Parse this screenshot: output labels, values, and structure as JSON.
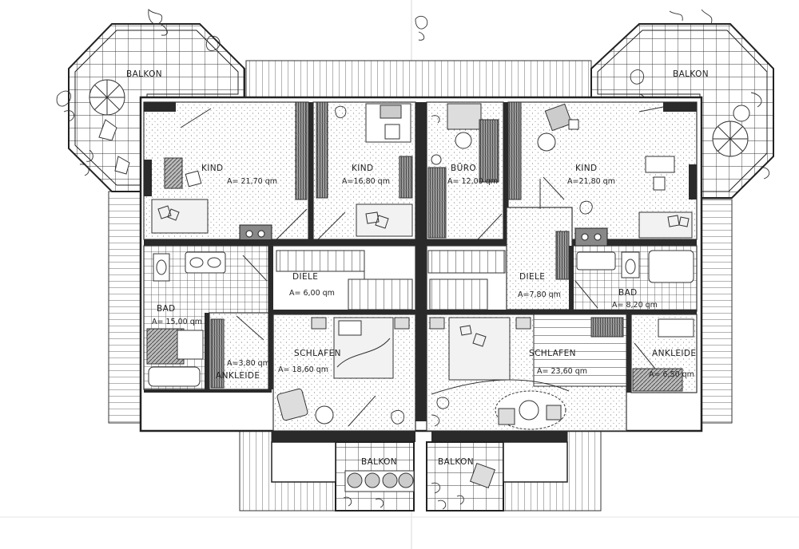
{
  "rooms": [
    {
      "id": "kind-1",
      "name": "KIND",
      "area": "A= 21,70 qm"
    },
    {
      "id": "kind-2",
      "name": "KIND",
      "area": "A=16,80 qm"
    },
    {
      "id": "buero",
      "name": "BÜRO",
      "area": "A= 12,00 qm"
    },
    {
      "id": "kind-3",
      "name": "KIND",
      "area": "A=21,80 qm"
    },
    {
      "id": "diele-1",
      "name": "DIELE",
      "area": "A= 6,00 qm"
    },
    {
      "id": "diele-2",
      "name": "DIELE",
      "area": "A=7,80 qm"
    },
    {
      "id": "bad-1",
      "name": "BAD",
      "area": "A= 15,00 qm"
    },
    {
      "id": "bad-2",
      "name": "BAD",
      "area": "A= 8,20 qm"
    },
    {
      "id": "ankleide-1",
      "name": "ANKLEIDE",
      "area": "A=3,80 qm"
    },
    {
      "id": "ankleide-2",
      "name": "ANKLEIDE",
      "area": "A= 6,50 qm"
    },
    {
      "id": "schlafen-1",
      "name": "SCHLAFEN",
      "area": "A= 18,60 qm"
    },
    {
      "id": "schlafen-2",
      "name": "SCHLAFEN",
      "area": "A= 23,60 qm"
    }
  ],
  "balconies": [
    {
      "id": "balkon-nw",
      "name": "BALKON"
    },
    {
      "id": "balkon-ne",
      "name": "BALKON"
    },
    {
      "id": "balkon-sw",
      "name": "BALKON"
    },
    {
      "id": "balkon-se",
      "name": "BALKON"
    }
  ]
}
